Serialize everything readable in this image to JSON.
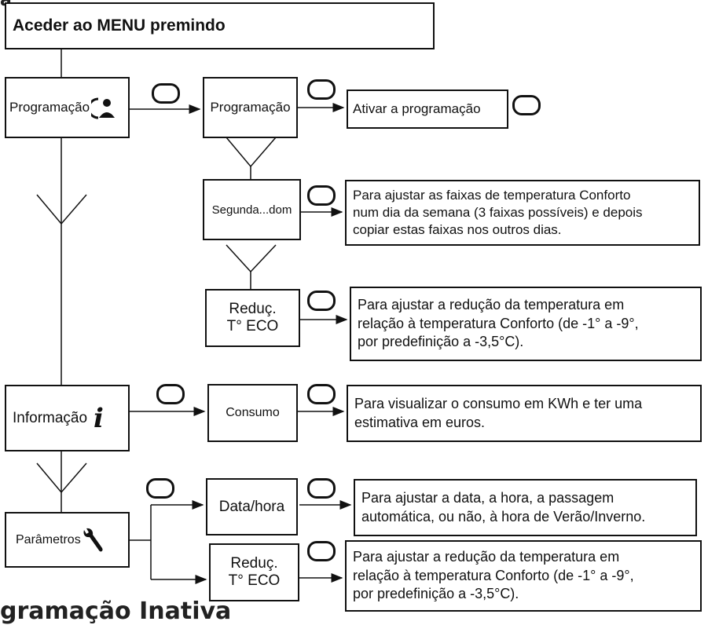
{
  "top_fragment": "a",
  "menu": {
    "label": "Aceder ao MENU premindo"
  },
  "programacao_menu": {
    "label": "Programação",
    "icon": "clock-person-icon"
  },
  "programacao_sub": {
    "label": "Programação"
  },
  "ativar": {
    "label": "Ativar a programação"
  },
  "segunda": {
    "label": "Segunda...dom"
  },
  "segunda_note": {
    "line1": "Para ajustar as faixas de temperatura Conforto",
    "line2": "num dia da semana (3 faixas possíveis) e depois",
    "line3": "copiar estas faixas nos outros dias."
  },
  "reduc1": {
    "line1": "Reduç.",
    "line2": "T° ECO"
  },
  "reduc1_note": {
    "line1": "Para ajustar a redução da temperatura em",
    "line2": "relação à temperatura Conforto (de -1° a -9°,",
    "line3": "por predefinição a -3,5°C)."
  },
  "informacao": {
    "label": "Informação",
    "icon": "i"
  },
  "consumo": {
    "label": "Consumo"
  },
  "consumo_note": {
    "line1": "Para visualizar o consumo em KWh e ter uma",
    "line2": "estimativa em euros."
  },
  "parametros": {
    "label": "Parâmetros",
    "icon": "wrench-icon"
  },
  "datahora": {
    "label": "Data/hora"
  },
  "datahora_note": {
    "line1": "Para ajustar a data, a hora, a passagem",
    "line2": "automática, ou não, à hora de Verão/Inverno."
  },
  "reduc2": {
    "line1": "Reduç.",
    "line2": "T° ECO"
  },
  "reduc2_note": {
    "line1": "Para ajustar a redução da temperatura em",
    "line2": "relação à temperatura Conforto (de -1° a -9°,",
    "line3": "por predefinição a -3,5°C)."
  },
  "bottom_heading": "gramação Inativa"
}
